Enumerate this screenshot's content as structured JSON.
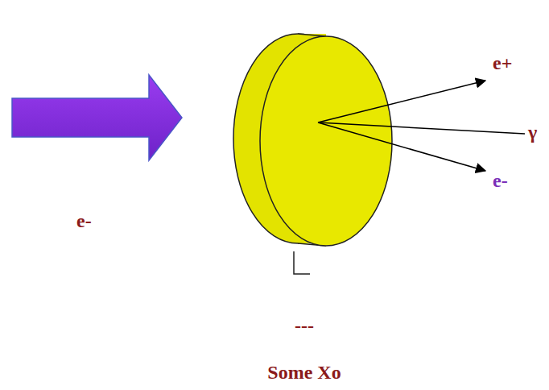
{
  "diagram": {
    "labels": [
      "e-",
      "e+",
      "γ",
      "e-",
      "---",
      "Some Xo"
    ]
  }
}
